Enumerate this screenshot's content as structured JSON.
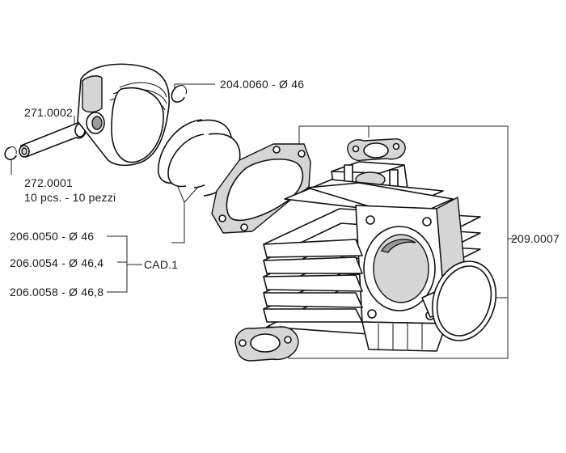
{
  "labels": {
    "piston": "204.0060 - Ø 46",
    "pin": "271.0002",
    "clip_code": "272.0001",
    "clip_qty": "10 pcs. - 10 pezzi",
    "ring_1": "206.0050 - Ø 46",
    "ring_2": "206.0054 - Ø 46,4",
    "ring_3": "206.0058 - Ø 46,8",
    "ring_qty": "CAD.1",
    "cylinder": "209.0007"
  },
  "colors": {
    "line": "#222222",
    "shade": "#d6d6d6",
    "dark": "#9a9a9a"
  }
}
